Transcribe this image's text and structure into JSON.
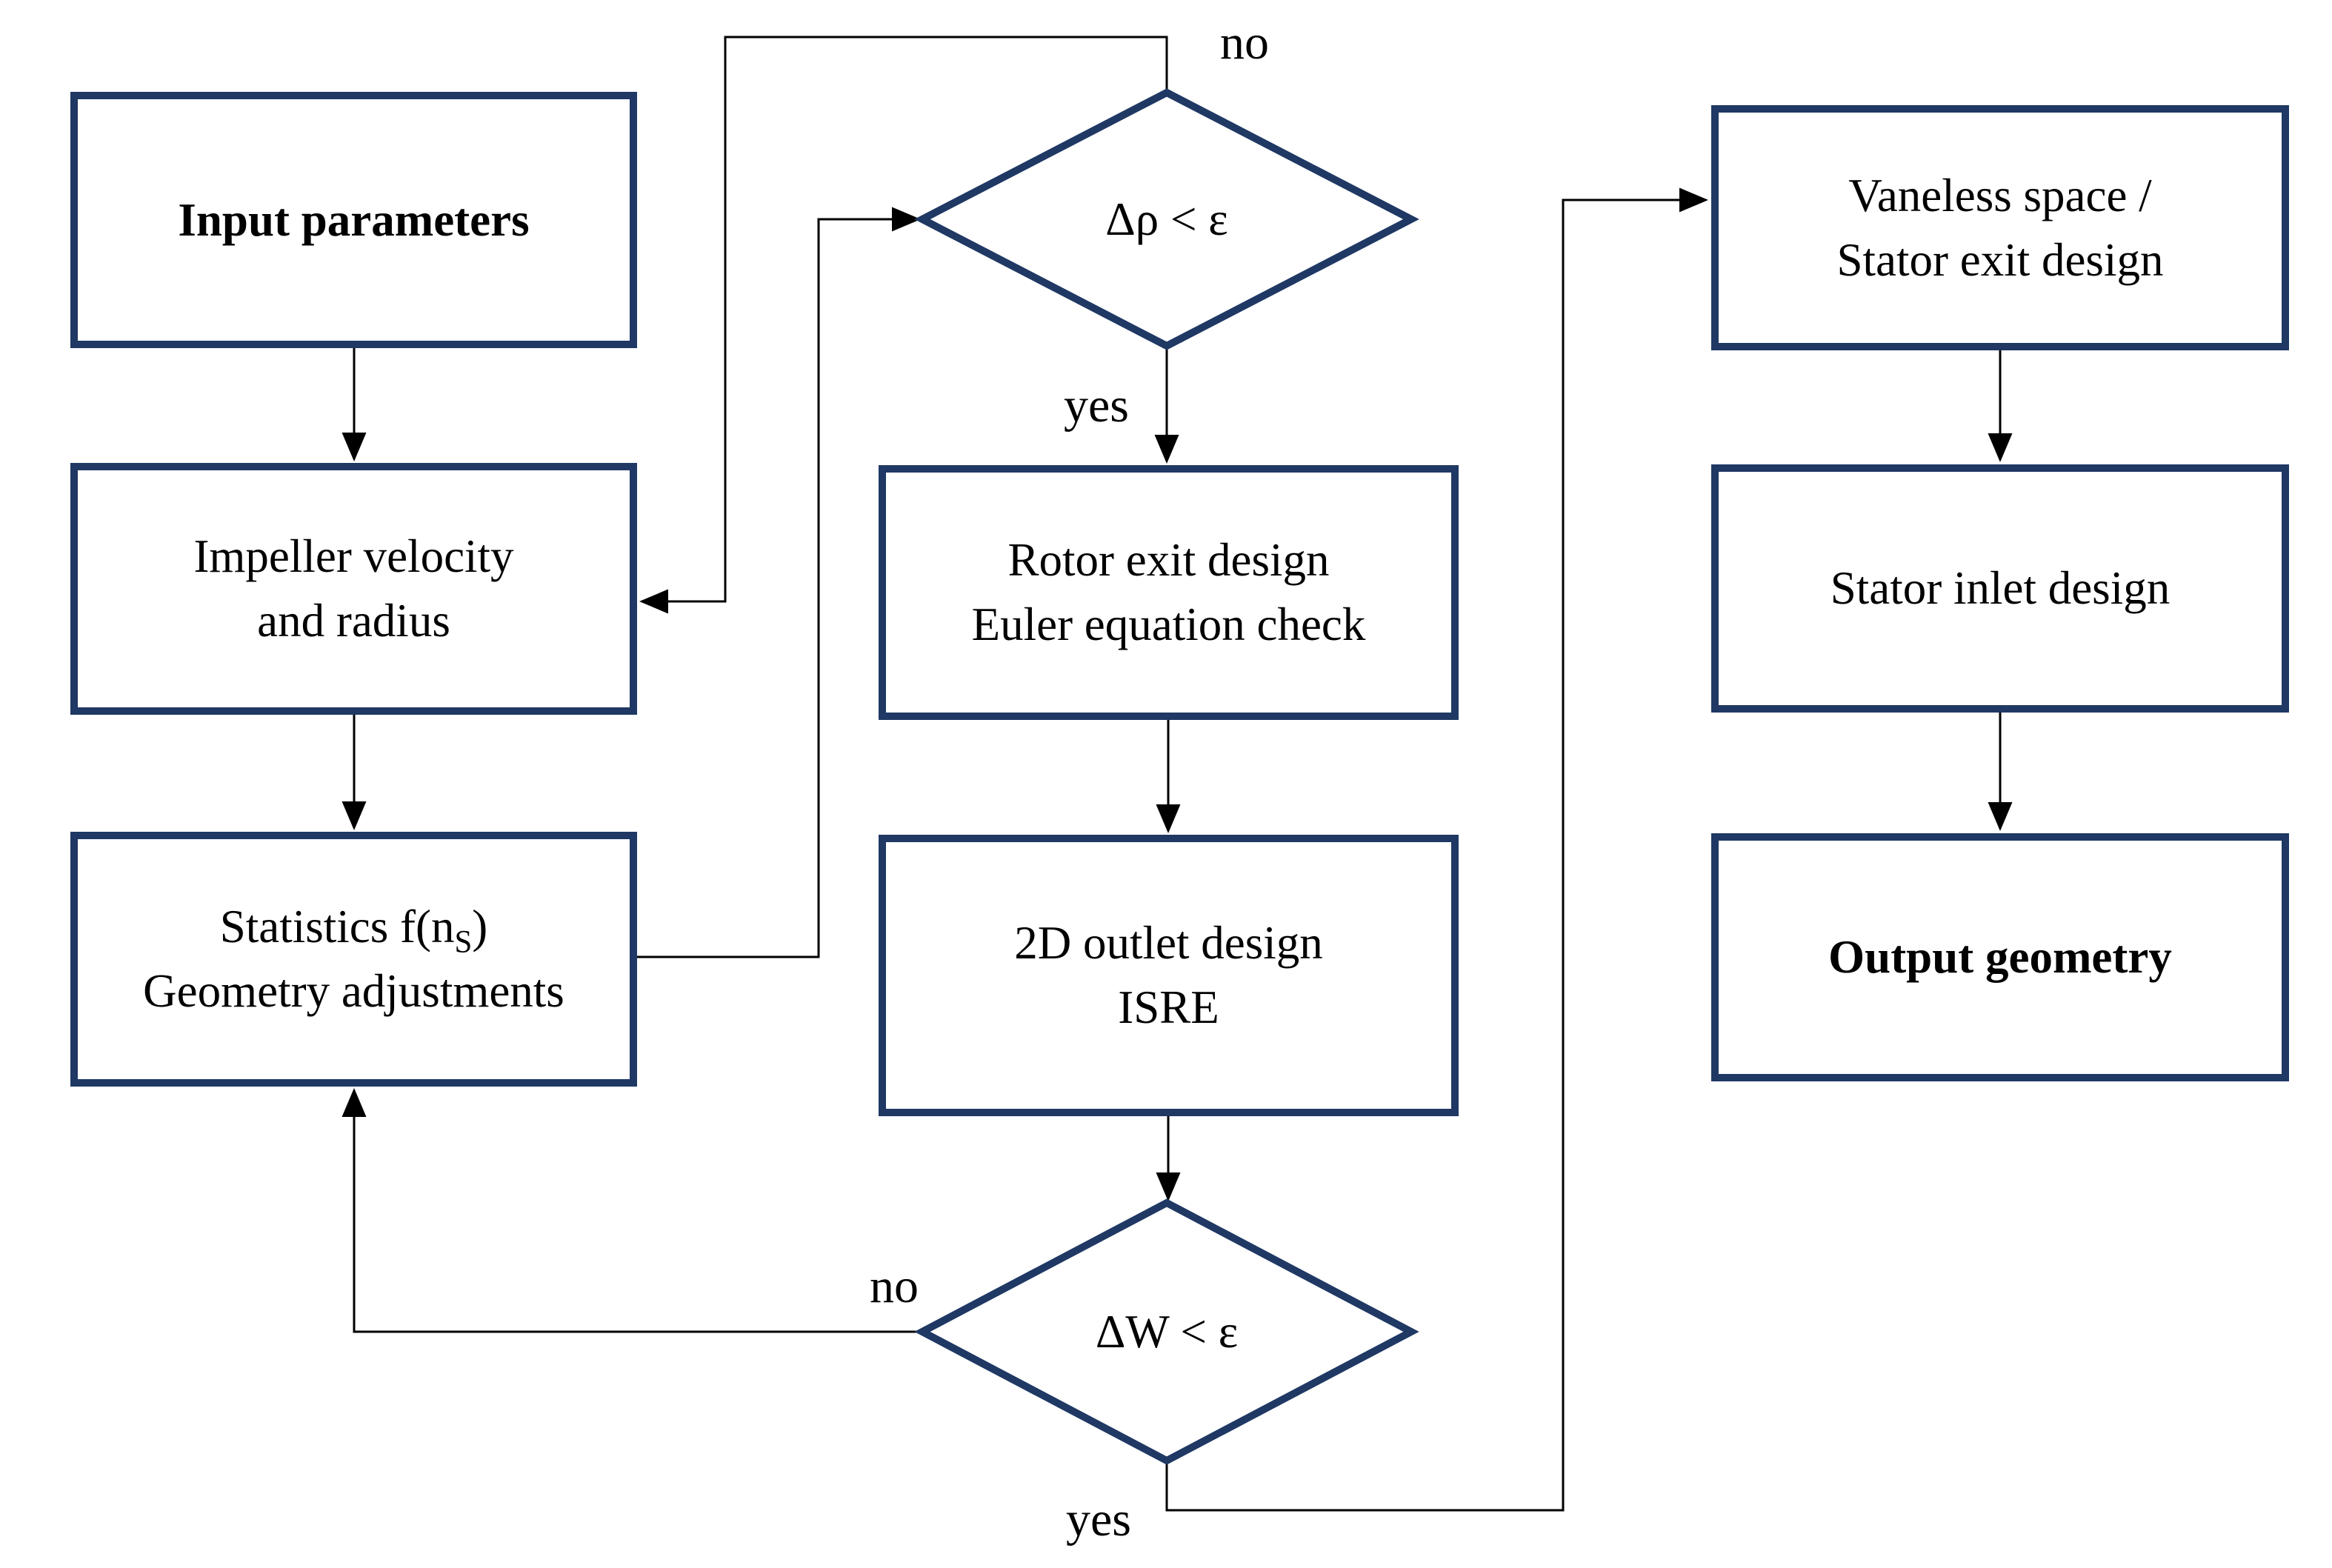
{
  "diagram": {
    "colors": {
      "node_border": "#1f3864",
      "connector": "#000000",
      "text": "#000000",
      "background": "#ffffff"
    },
    "nodes": {
      "input": {
        "lines": [
          "Input parameters"
        ]
      },
      "impeller": {
        "lines": [
          "Impeller velocity",
          "and radius"
        ]
      },
      "statistics": {
        "line1_pre": "Statistics f(n",
        "line1_sub": "S",
        "line1_post": ")",
        "line2": "Geometry adjustments"
      },
      "rotor": {
        "lines": [
          "Rotor exit design",
          "Euler equation check"
        ]
      },
      "outlet2d": {
        "lines": [
          "2D outlet design",
          "ISRE"
        ]
      },
      "vaneless": {
        "lines": [
          "Vaneless space /",
          "Stator exit design"
        ]
      },
      "stator_inlet": {
        "lines": [
          "Stator inlet design"
        ]
      },
      "output": {
        "lines": [
          "Output geometry"
        ]
      }
    },
    "decisions": {
      "density": {
        "condition": "Δρ < ε",
        "no_label": "no",
        "yes_label": "yes"
      },
      "velocity": {
        "condition": "ΔW < ε",
        "no_label": "no",
        "yes_label": "yes"
      }
    }
  }
}
